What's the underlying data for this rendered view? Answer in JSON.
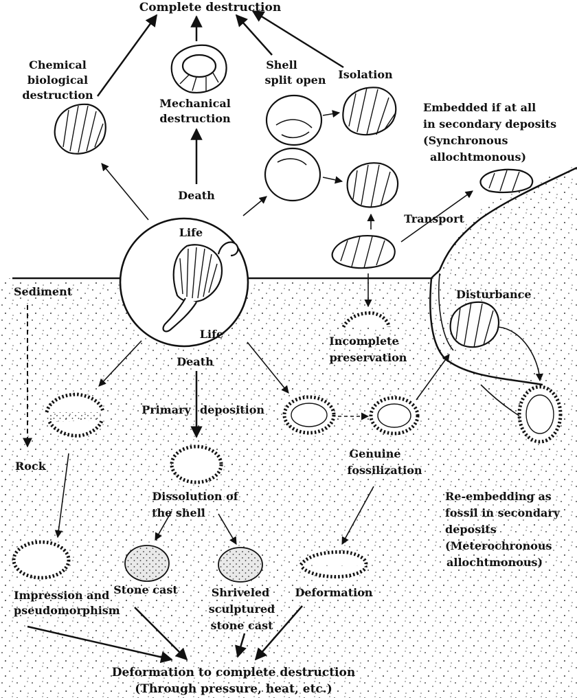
{
  "labels": {
    "complete_destruction": "Complete destruction",
    "chemical_1": "Chemical",
    "chemical_2": "biological",
    "chemical_3": "destruction",
    "mechanical_1": "Mechanical",
    "mechanical_2": "destruction",
    "shell_split_1": "Shell",
    "shell_split_2": "split open",
    "isolation": "Isolation",
    "embedded_1": "Embedded if at all",
    "embedded_2": "in secondary deposits",
    "embedded_3": "(Synchronous",
    "embedded_4": "allochtmonous)",
    "death_top": "Death",
    "transport": "Transport",
    "life_top": "Life",
    "life_bottom": "Life",
    "death_bottom": "Death",
    "sediment": "Sediment",
    "rock": "Rock",
    "disturbance": "Disturbance",
    "incomplete_1": "Incomplete",
    "incomplete_2": "preservation",
    "primary": "Primary",
    "deposition": "deposition",
    "genuine_1": "Genuine",
    "genuine_2": "fossilization",
    "reembed_1": "Re-embedding as",
    "reembed_2": "fossil in secondary",
    "reembed_3": "deposits",
    "reembed_4": "(Meterochronous",
    "reembed_5": "allochtmonous)",
    "dissolution_1": "Dissolution of",
    "dissolution_2": "the shell",
    "impression_1": "Impression and",
    "impression_2": "pseudomorphism",
    "stone_cast": "Stone cast",
    "shriveled_1": "Shriveled",
    "shriveled_2": "sculptured",
    "shriveled_3": "stone cast",
    "deformation": "Deformation",
    "bottom_1": "Deformation to complete destruction",
    "bottom_2": "(Through pressure, heat, etc.)"
  },
  "colors": {
    "ink": "#111111",
    "background": "#ffffff",
    "sediment_dots": "#555555"
  }
}
